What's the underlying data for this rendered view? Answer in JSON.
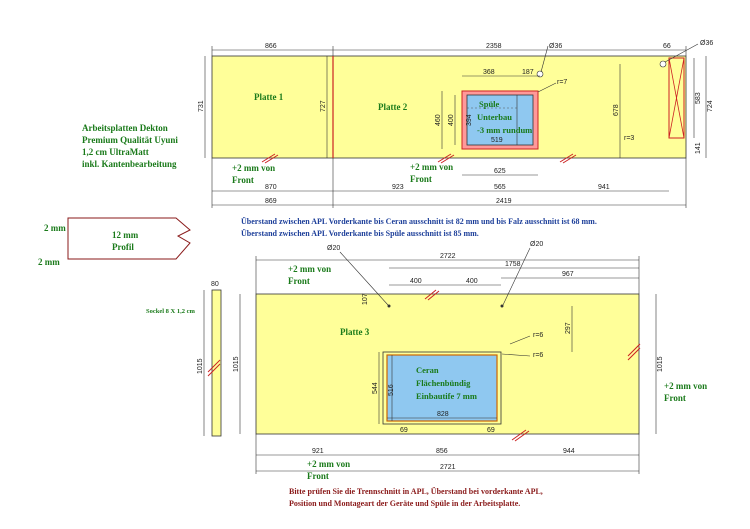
{
  "material": {
    "line1": "Arbeitsplatten Dekton",
    "line2": "Premium Qualität Uyuni",
    "line3": "1,2 cm UltraMatt",
    "line4": "inkl. Kantenbearbeitung"
  },
  "profile": {
    "top": "2 mm",
    "bottom": "2 mm",
    "label1": "12 mm",
    "label2": "Profil"
  },
  "plate1": {
    "name": "Platte 1",
    "top_dim": "866",
    "depth_dim": "731",
    "depth_dim2": "727",
    "front": "+2 mm von",
    "front2": "Front",
    "bottom_dim1": "870",
    "bottom_dim2": "869"
  },
  "plate2": {
    "name": "Platte 2",
    "top_dim": "2358",
    "hole1": "Ø36",
    "hole2": "Ø36",
    "dim_368": "368",
    "dim_187": "187",
    "r7": "r=7",
    "r3": "r=3",
    "dim_66": "66",
    "sink_w": "519",
    "sink_h1": "460",
    "sink_h2": "400",
    "sink_h3": "394",
    "dim_678": "678",
    "dim_583": "583",
    "dim_724": "724",
    "dim_141": "141",
    "dim_625": "625",
    "dim_923": "923",
    "dim_565": "565",
    "dim_941": "941",
    "dim_2419": "2419",
    "front": "+2 mm von",
    "front2": "Front",
    "sink1": "Spüle",
    "sink2": "Unterbau",
    "sink3": "-3 mm rundum"
  },
  "info": {
    "line1": "Überstand zwischen APL Vorderkante bis Ceran ausschnitt ist 82 mm und bis Falz ausschnitt ist 68 mm.",
    "line2": "Überstand zwischen APL Vorderkante bis Spüle ausschnitt ist 85 mm."
  },
  "plinth": {
    "label": "Sockel 8 X 1,2 cm",
    "top": "80",
    "height": "1015"
  },
  "plate3": {
    "name": "Platte 3",
    "d20a": "Ø20",
    "d20b": "Ø20",
    "dim_2722": "2722",
    "dim_1758": "1758",
    "dim_967": "967",
    "dim_400a": "400",
    "dim_400b": "400",
    "dim_107": "107",
    "dim_297": "297",
    "r6a": "r=6",
    "r6b": "r=6",
    "dim_1015a": "1015",
    "dim_1015b": "1015",
    "dim_544": "544",
    "dim_516": "516",
    "dim_828": "828",
    "dim_69a": "69",
    "dim_69b": "69",
    "dim_921": "921",
    "dim_856": "856",
    "dim_944": "944",
    "dim_2721": "2721",
    "front_top": "+2 mm von",
    "front_top2": "Front",
    "front_right": "+2 mm von",
    "front_right2": "Front",
    "front_bot": "+2 mm von",
    "front_bot2": "Front",
    "ceran1": "Ceran",
    "ceran2": "Flächenbündig",
    "ceran3": "Einbautife 7 mm"
  },
  "note": {
    "line1": "Bitte prüfen Sie die Trennschnitt in APL, Überstand bei vorderkante APL,",
    "line2": "Position und Montageart der Geräte und Spüle in der Arbeitsplatte."
  }
}
